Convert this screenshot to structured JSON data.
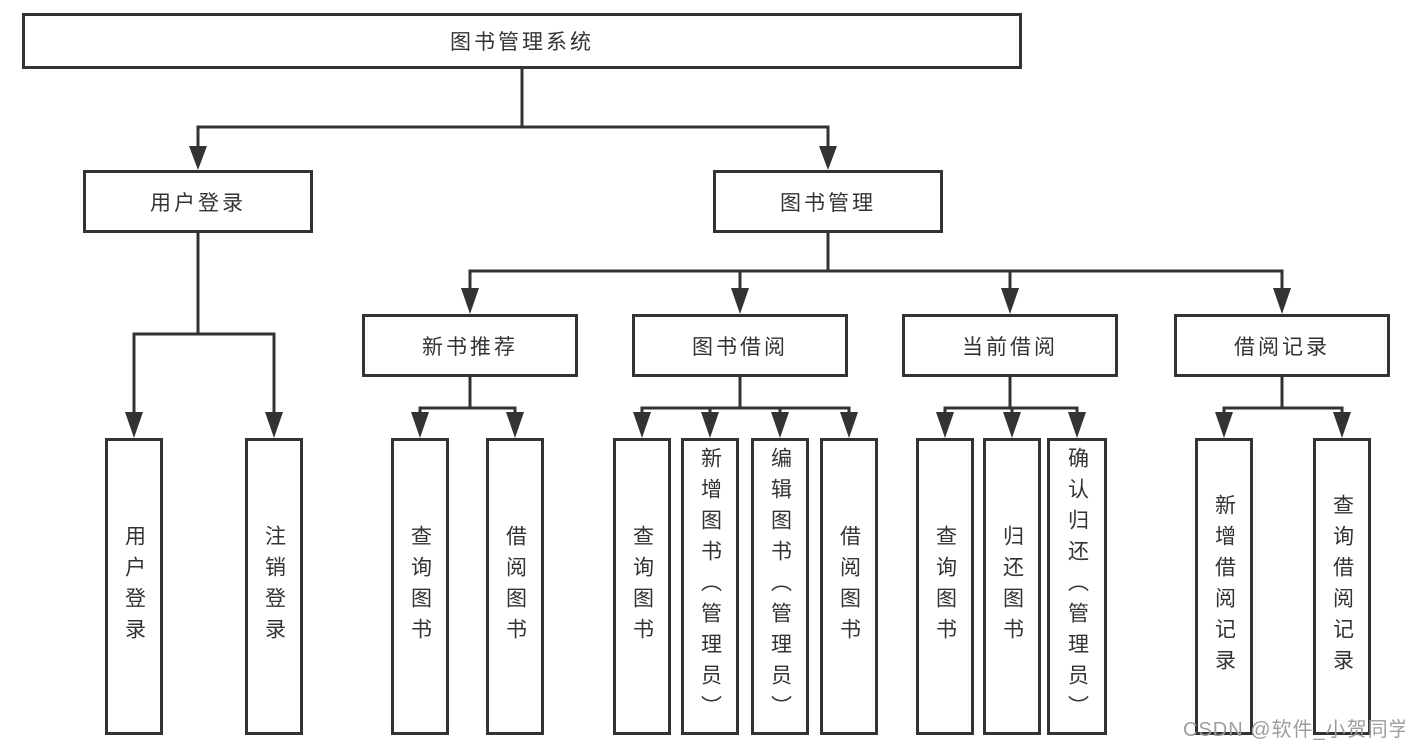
{
  "diagram_title": "图书管理系统",
  "tree": {
    "label": "图书管理系统",
    "children": [
      {
        "label": "用户登录",
        "children": [
          {
            "label": "用户登录"
          },
          {
            "label": "注销登录"
          }
        ]
      },
      {
        "label": "图书管理",
        "children": [
          {
            "label": "新书推荐",
            "children": [
              {
                "label": "查询图书"
              },
              {
                "label": "借阅图书"
              }
            ]
          },
          {
            "label": "图书借阅",
            "children": [
              {
                "label": "查询图书"
              },
              {
                "label": "新增图书（管理员）"
              },
              {
                "label": "编辑图书（管理员）"
              },
              {
                "label": "借阅图书"
              }
            ]
          },
          {
            "label": "当前借阅",
            "children": [
              {
                "label": "查询图书"
              },
              {
                "label": "归还图书"
              },
              {
                "label": "确认归还（管理员）"
              }
            ]
          },
          {
            "label": "借阅记录",
            "children": [
              {
                "label": "新增借阅记录"
              },
              {
                "label": "查询借阅记录"
              }
            ]
          }
        ]
      }
    ]
  },
  "watermark": {
    "text": "CSDN @软件_小贺同学"
  },
  "colors": {
    "line": "#333333",
    "box_border": "#333333",
    "text": "#333333",
    "watermark": "#9e9e9e",
    "background": "#ffffff"
  }
}
